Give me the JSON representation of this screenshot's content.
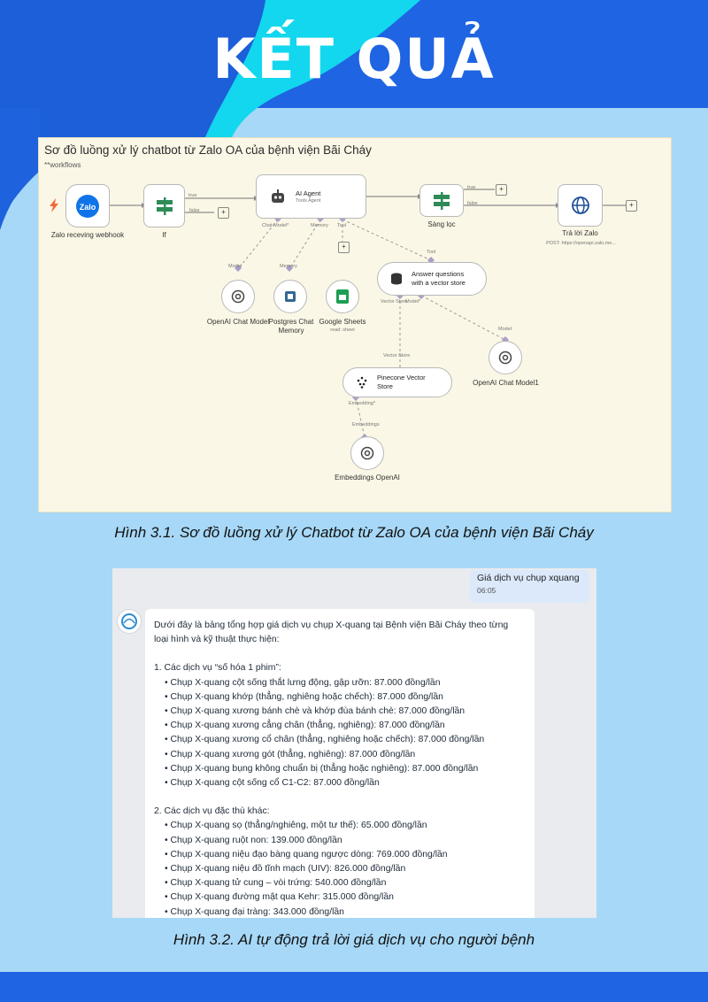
{
  "header": {
    "title": "KẾT QUẢ"
  },
  "workflow": {
    "title": "Sơ đồ luồng xử lý chatbot từ Zalo OA của bệnh viện Bãi Cháy",
    "subtitle": "**workflows",
    "nodes": {
      "webhook": {
        "label": "Zalo receving webhook",
        "logo": "Zalo"
      },
      "if": {
        "label": "If",
        "true": "true",
        "false": "false"
      },
      "agent": {
        "name": "AI Agent",
        "type": "Tools Agent",
        "chat_model": "Chat Model*",
        "memory": "Memory",
        "tool": "Tool"
      },
      "filter": {
        "label": "Sàng lọc",
        "true": "true",
        "false": "false"
      },
      "reply": {
        "label": "Trả lời Zalo",
        "sub": "POST: https://openapi.zalo.me..."
      },
      "openai_model": {
        "label": "OpenAI Chat Model",
        "port": "Model"
      },
      "postgres": {
        "label1": "Postgres Chat",
        "label2": "Memory",
        "port": "Memory"
      },
      "sheets": {
        "label": "Google Sheets",
        "sub": "read: sheet"
      },
      "answer": {
        "line1": "Answer questions",
        "line2": "with a vector store",
        "port": "Tool",
        "vs": "Vector Store",
        "model": "Model*"
      },
      "openai_model1": {
        "label": "OpenAI Chat Model1",
        "port": "Model"
      },
      "pinecone": {
        "line1": "Pinecone Vector",
        "line2": "Store",
        "port": "Vector Store",
        "emb": "Embedding*"
      },
      "embeddings": {
        "label": "Embeddings OpenAI",
        "port": "Embeddings"
      }
    }
  },
  "caption1": "Hình 3.1. Sơ đồ luồng xử lý Chatbot từ Zalo OA của bệnh viện Bãi Cháy",
  "chat": {
    "user_message": "Giá dịch vụ chụp xquang",
    "user_time": "06:05",
    "intro1": "Dưới đây là bảng tổng hợp giá dịch vụ chụp X-quang tại Bệnh viện Bãi Cháy theo từng",
    "intro2": "loại hình và kỹ thuật thực hiện:",
    "section1": "1. Các dịch vụ “số hóa 1 phim”:",
    "items1": [
      "• Chụp X-quang cột sống thắt lưng động, gập ưỡn: 87.000 đồng/lần",
      "• Chụp X-quang khớp (thẳng, nghiêng hoặc chếch): 87.000 đồng/lần",
      "• Chụp X-quang xương bánh chè và khớp đùa bánh chè: 87.000 đồng/lần",
      "• Chụp X-quang xương cẳng chân (thẳng, nghiêng): 87.000 đồng/lần",
      "• Chụp X-quang xương cổ chân (thẳng, nghiêng hoặc chếch): 87.000 đồng/lần",
      "• Chụp X-quang xương gót (thẳng, nghiêng): 87.000 đồng/lần",
      "• Chụp X-quang bụng không chuẩn bị (thẳng hoặc nghiêng): 87.000 đồng/lần",
      "• Chụp X-quang cột sống cổ C1-C2: 87.000 đồng/lần"
    ],
    "section2": "2. Các dịch vụ đặc thù khác:",
    "items2": [
      "• Chụp X-quang sọ (thẳng/nghiêng, một tư thế): 65.000 đồng/lần",
      "• Chụp X-quang ruột non: 139.000 đồng/lần",
      "• Chụp X-quang niệu đạo bàng quang ngược dòng: 769.000 đồng/lần",
      "• Chụp X-quang niệu đồ tĩnh mạch (UIV): 826.000 đồng/lần",
      "• Chụp X-quang tử cung – vòi trứng: 540.000 đồng/lần",
      "• Chụp X-quang đường mật qua Kehr: 315.000 đồng/lần",
      "• Chụp X-quang đại tràng: 343.000 đồng/lần"
    ]
  },
  "caption2": "Hình 3.2. AI tự động trả lời giá dịch vụ cho người bệnh",
  "colors": {
    "header_blue": "#1f64e2",
    "light_blue": "#a7d8f7",
    "cyan": "#10d8ef",
    "panel": "#fbf7e6"
  }
}
